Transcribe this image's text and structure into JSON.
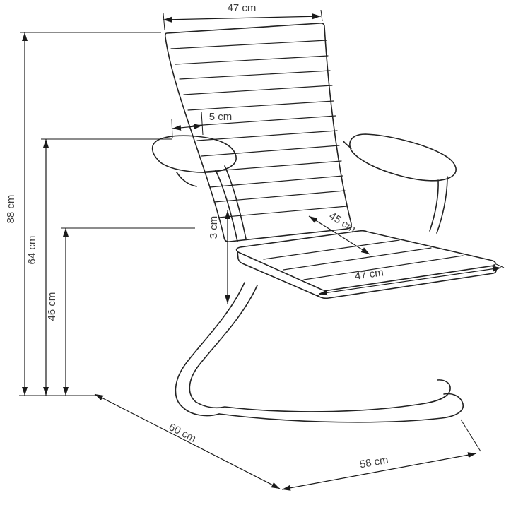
{
  "figure": {
    "type": "chair-dimension-diagram",
    "units": "cm"
  },
  "dimensions": {
    "backrest_width": "47 cm",
    "armrest_offset": "5 cm",
    "overall_height": "88 cm",
    "armrest_height": "64 cm",
    "seat_height": "46 cm",
    "seat_thickness": "3 cm",
    "seat_depth": "45 cm",
    "seat_width": "47 cm",
    "base_depth": "60 cm",
    "base_width": "58 cm"
  },
  "colors": {
    "line": "#222222",
    "dimension_text": "#3d3d3d",
    "background": "#ffffff"
  }
}
